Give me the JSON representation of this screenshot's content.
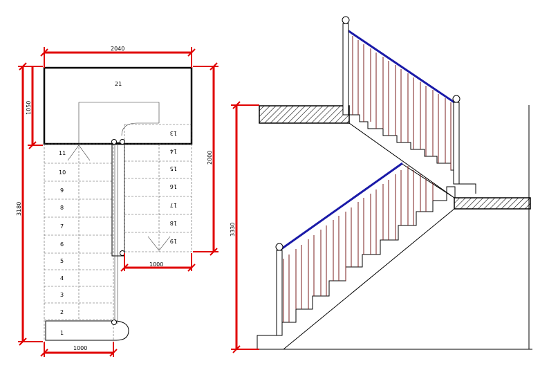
{
  "plan": {
    "dims": {
      "top_width": "2040",
      "left_height": "3180",
      "landing_depth": "1050",
      "right_height": "2000",
      "bottom_width": "1000",
      "right_bottom_width": "1000"
    },
    "landing_label": "21",
    "lower_steps": [
      "1",
      "2",
      "3",
      "4",
      "5",
      "6",
      "7",
      "8",
      "9",
      "10",
      "11"
    ],
    "upper_steps": [
      "13",
      "14",
      "15",
      "16",
      "17",
      "18",
      "19"
    ]
  },
  "elevation": {
    "height_dim": "3330"
  },
  "colors": {
    "dimension": "#e00000",
    "handrail": "#1a1aa8",
    "baluster": "#7a1e1e",
    "slab": "#000000"
  }
}
